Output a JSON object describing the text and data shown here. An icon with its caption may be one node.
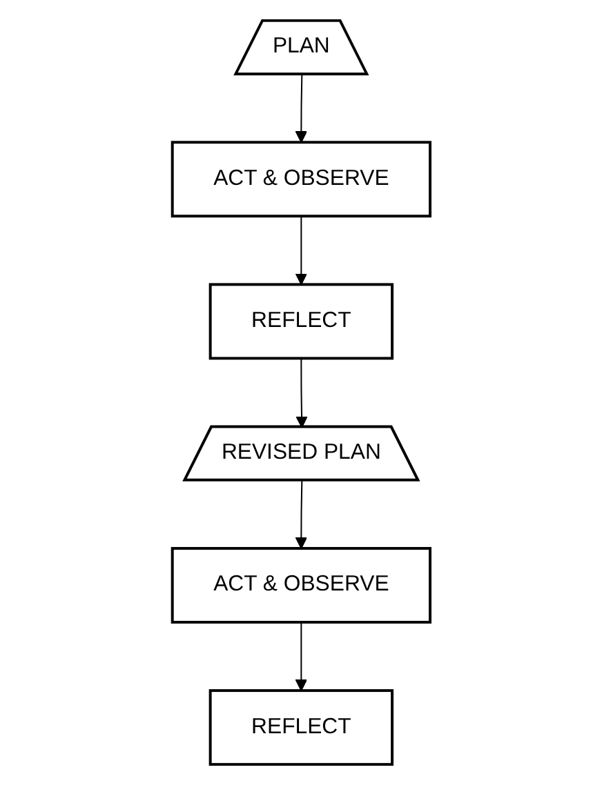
{
  "diagram": {
    "nodes": [
      {
        "text": [
          "PLAN"
        ]
      },
      {
        "text": [
          "ACT & OBSERVE"
        ]
      },
      {
        "text": [
          "REFLECT"
        ]
      },
      {
        "text": [
          "REVISED PLAN"
        ]
      },
      {
        "text": [
          "ACT & OBSERVE"
        ]
      },
      {
        "text": [
          "REFLECT"
        ]
      }
    ],
    "edges": [
      {
        "from": 0,
        "to": 1,
        "arrow": "to"
      },
      {
        "from": 1,
        "to": 2,
        "arrow": "to"
      },
      {
        "from": 2,
        "to": 3,
        "arrow": "to"
      },
      {
        "from": 3,
        "to": 4,
        "arrow": "to"
      },
      {
        "from": 4,
        "to": 5,
        "arrow": "to"
      }
    ]
  }
}
